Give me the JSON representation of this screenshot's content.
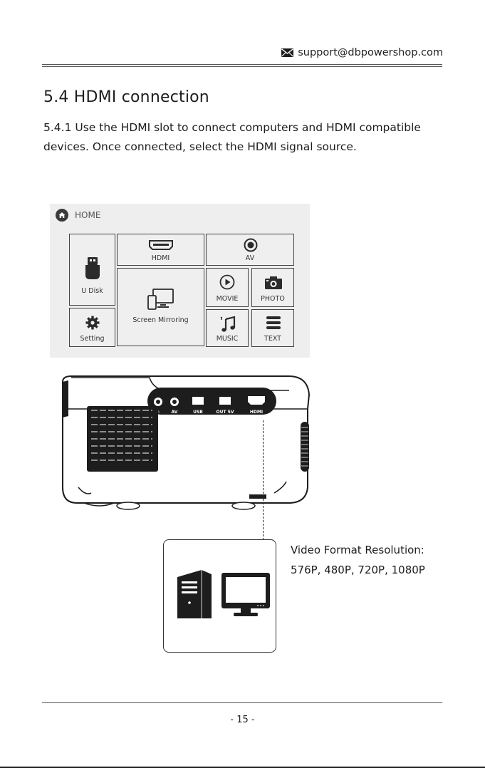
{
  "header": {
    "email": "support@dbpowershop.com",
    "icon": "envelope-icon"
  },
  "section": {
    "title": "5.4 HDMI connection",
    "body": "5.4.1 Use the HDMI slot to connect computers and HDMI compatible devices. Once connected, select the HDMI signal source."
  },
  "home_ui": {
    "title": "HOME",
    "tiles": {
      "udisk": "U Disk",
      "hdmi": "HDMI",
      "av": "AV",
      "screen_mirroring": "Screen Mirroring",
      "movie": "MOVIE",
      "photo": "PHOTO",
      "setting": "Setting",
      "music": "MUSIC",
      "text": "TEXT"
    }
  },
  "projector": {
    "ports": [
      "AV",
      "USB",
      "OUT 5V",
      "HDMI"
    ]
  },
  "video_format": {
    "label": "Video Format Resolution:",
    "values": "576P, 480P, 720P, 1080P"
  },
  "footer": {
    "page": "- 15 -"
  },
  "colors": {
    "panel_bg": "#eeeeee",
    "text": "#1d1d1d",
    "stroke": "#333333"
  }
}
